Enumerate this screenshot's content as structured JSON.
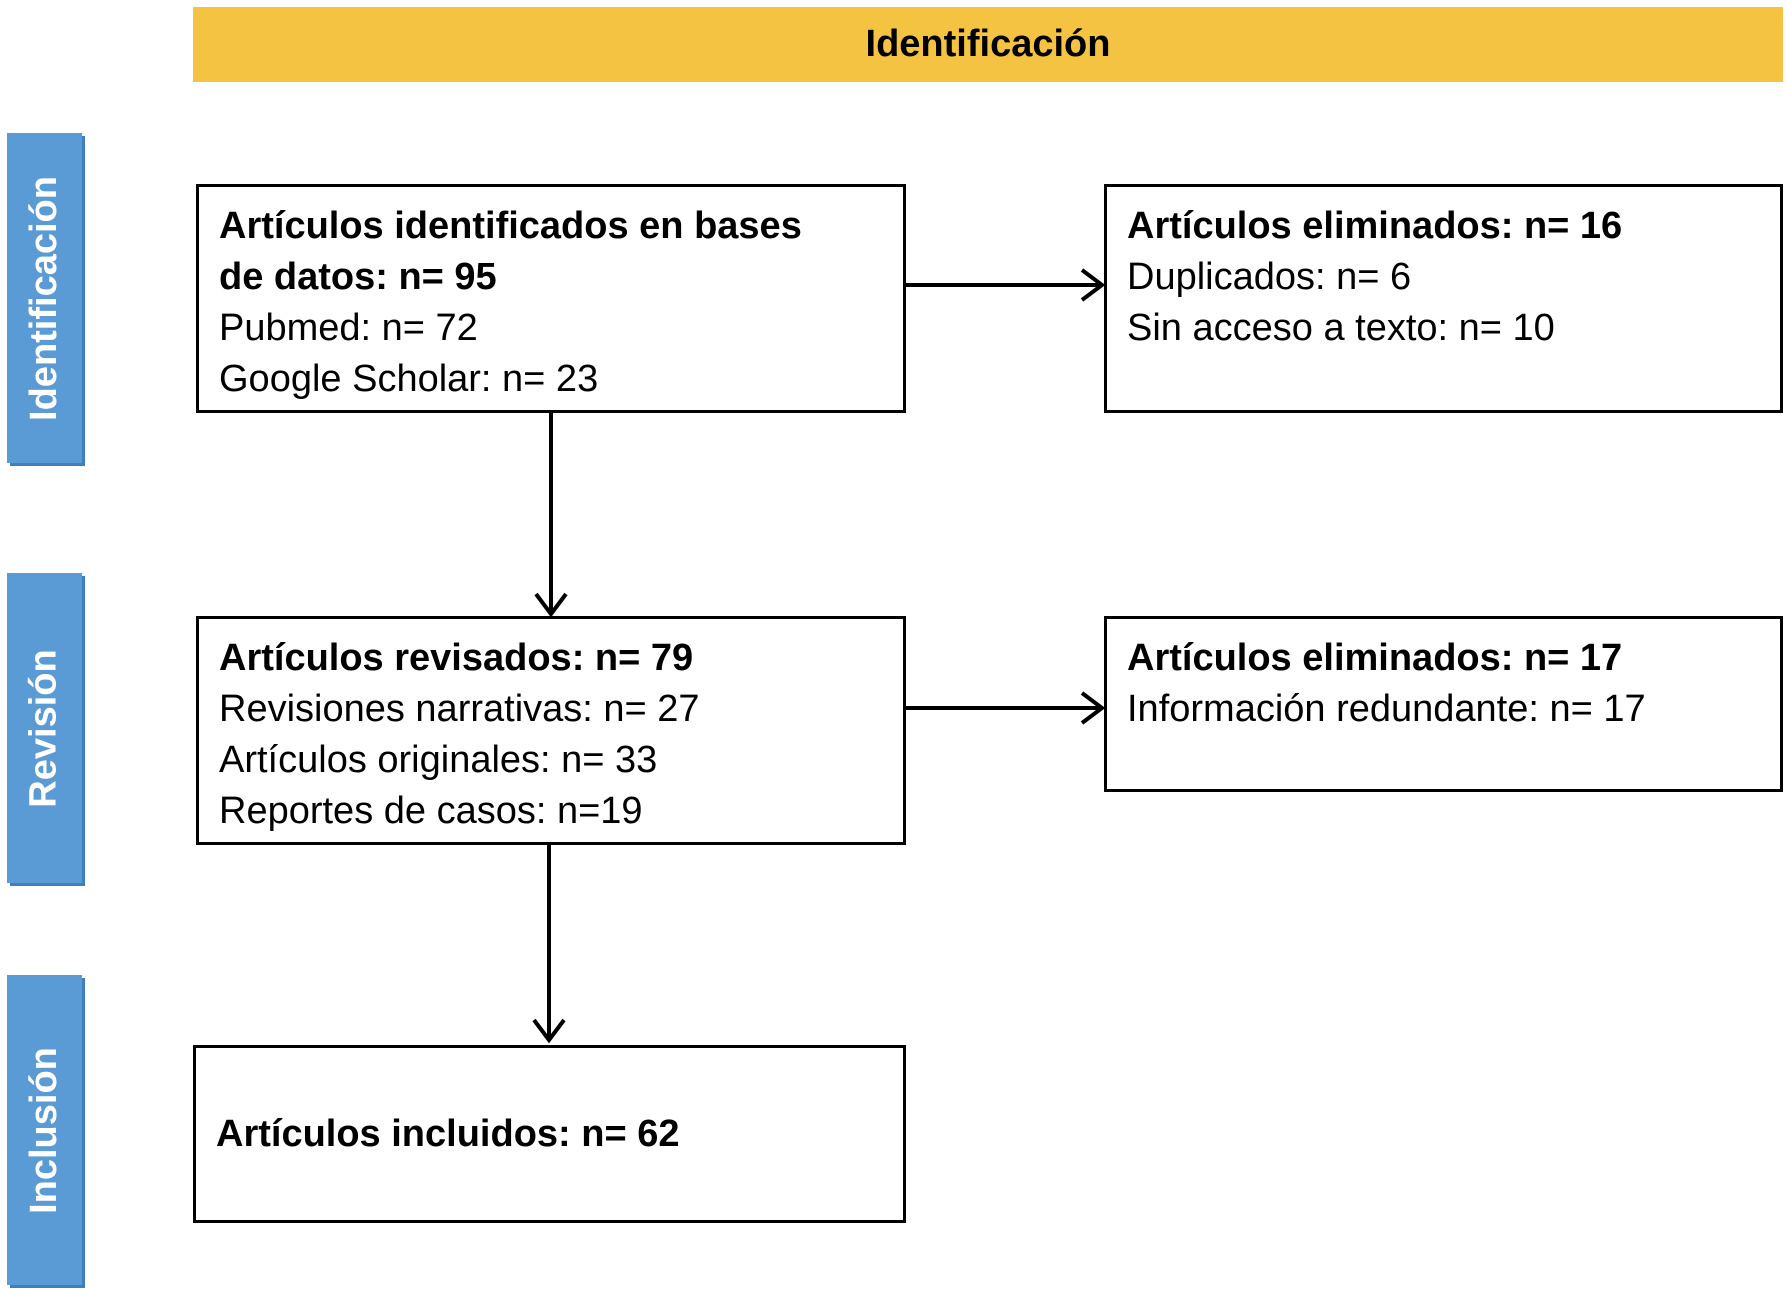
{
  "header": {
    "title": "Identificación"
  },
  "stages": {
    "identification": "Identificación",
    "review": "Revisión",
    "inclusion": "Inclusión"
  },
  "boxes": {
    "identified": {
      "title": "Artículos identificados en bases",
      "title2": "de datos: n= 95",
      "lines": [
        "Pubmed: n= 72",
        "Google Scholar: n= 23"
      ]
    },
    "removed_1": {
      "title": "Artículos eliminados: n= 16",
      "lines": [
        "Duplicados: n= 6",
        "Sin acceso a texto: n= 10"
      ]
    },
    "reviewed": {
      "title": "Artículos revisados: n= 79",
      "lines": [
        "Revisiones narrativas: n= 27",
        "Artículos originales: n= 33",
        "Reportes de casos: n=19"
      ]
    },
    "removed_2": {
      "title": "Artículos eliminados: n= 17",
      "lines": [
        "Información redundante: n= 17"
      ]
    },
    "included": {
      "title": "Artículos incluidos: n= 62"
    }
  },
  "colors": {
    "banner": "#f5c342",
    "stage_tab": "#5b9bd5"
  }
}
